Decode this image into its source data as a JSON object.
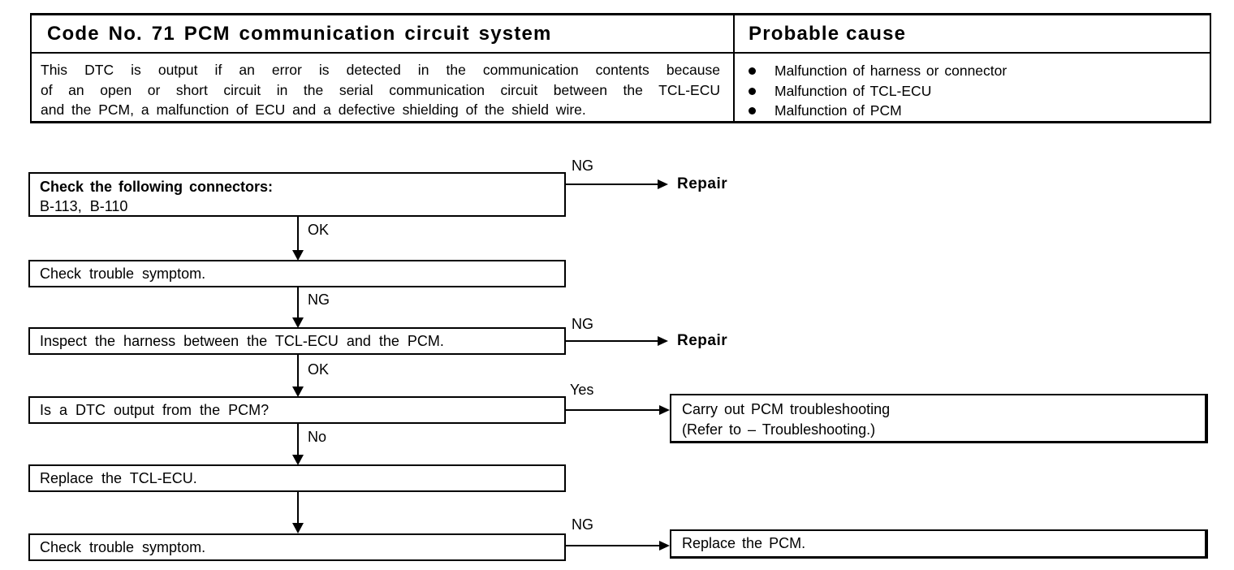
{
  "page": {
    "background": "#ffffff",
    "ink": "#000000"
  },
  "header_table": {
    "title": "Code No. 71 PCM communication circuit system",
    "probable_cause_title": "Probable cause",
    "description_lines": [
      "This DTC is output if an error is detected in the communication contents because",
      "of an open or short circuit in the serial communication circuit between the TCL-ECU",
      "and the PCM, a malfunction of ECU and a defective shielding of the shield wire."
    ],
    "probable_causes": [
      "Malfunction of harness or connector",
      "Malfunction of TCL-ECU",
      "Malfunction of PCM"
    ]
  },
  "flowchart": {
    "steps": [
      {
        "title": "Check the following connectors:",
        "detail": "B-113, B-110"
      },
      {
        "text": "Check trouble symptom."
      },
      {
        "text": "Inspect the harness between the TCL-ECU and the PCM."
      },
      {
        "text": "Is a DTC output from the PCM?"
      },
      {
        "text": "Replace the TCL-ECU."
      },
      {
        "text": "Check trouble symptom."
      }
    ],
    "down_labels": [
      "OK",
      "NG",
      "OK",
      "No"
    ],
    "branches": [
      {
        "label": "NG",
        "action": "Repair"
      },
      {
        "label": "NG",
        "action": "Repair"
      },
      {
        "label": "Yes",
        "action_lines": [
          "Carry out PCM troubleshooting",
          "(Refer to – Troubleshooting.)"
        ]
      },
      {
        "label": "NG",
        "action_lines": [
          "Replace the PCM."
        ]
      }
    ]
  }
}
